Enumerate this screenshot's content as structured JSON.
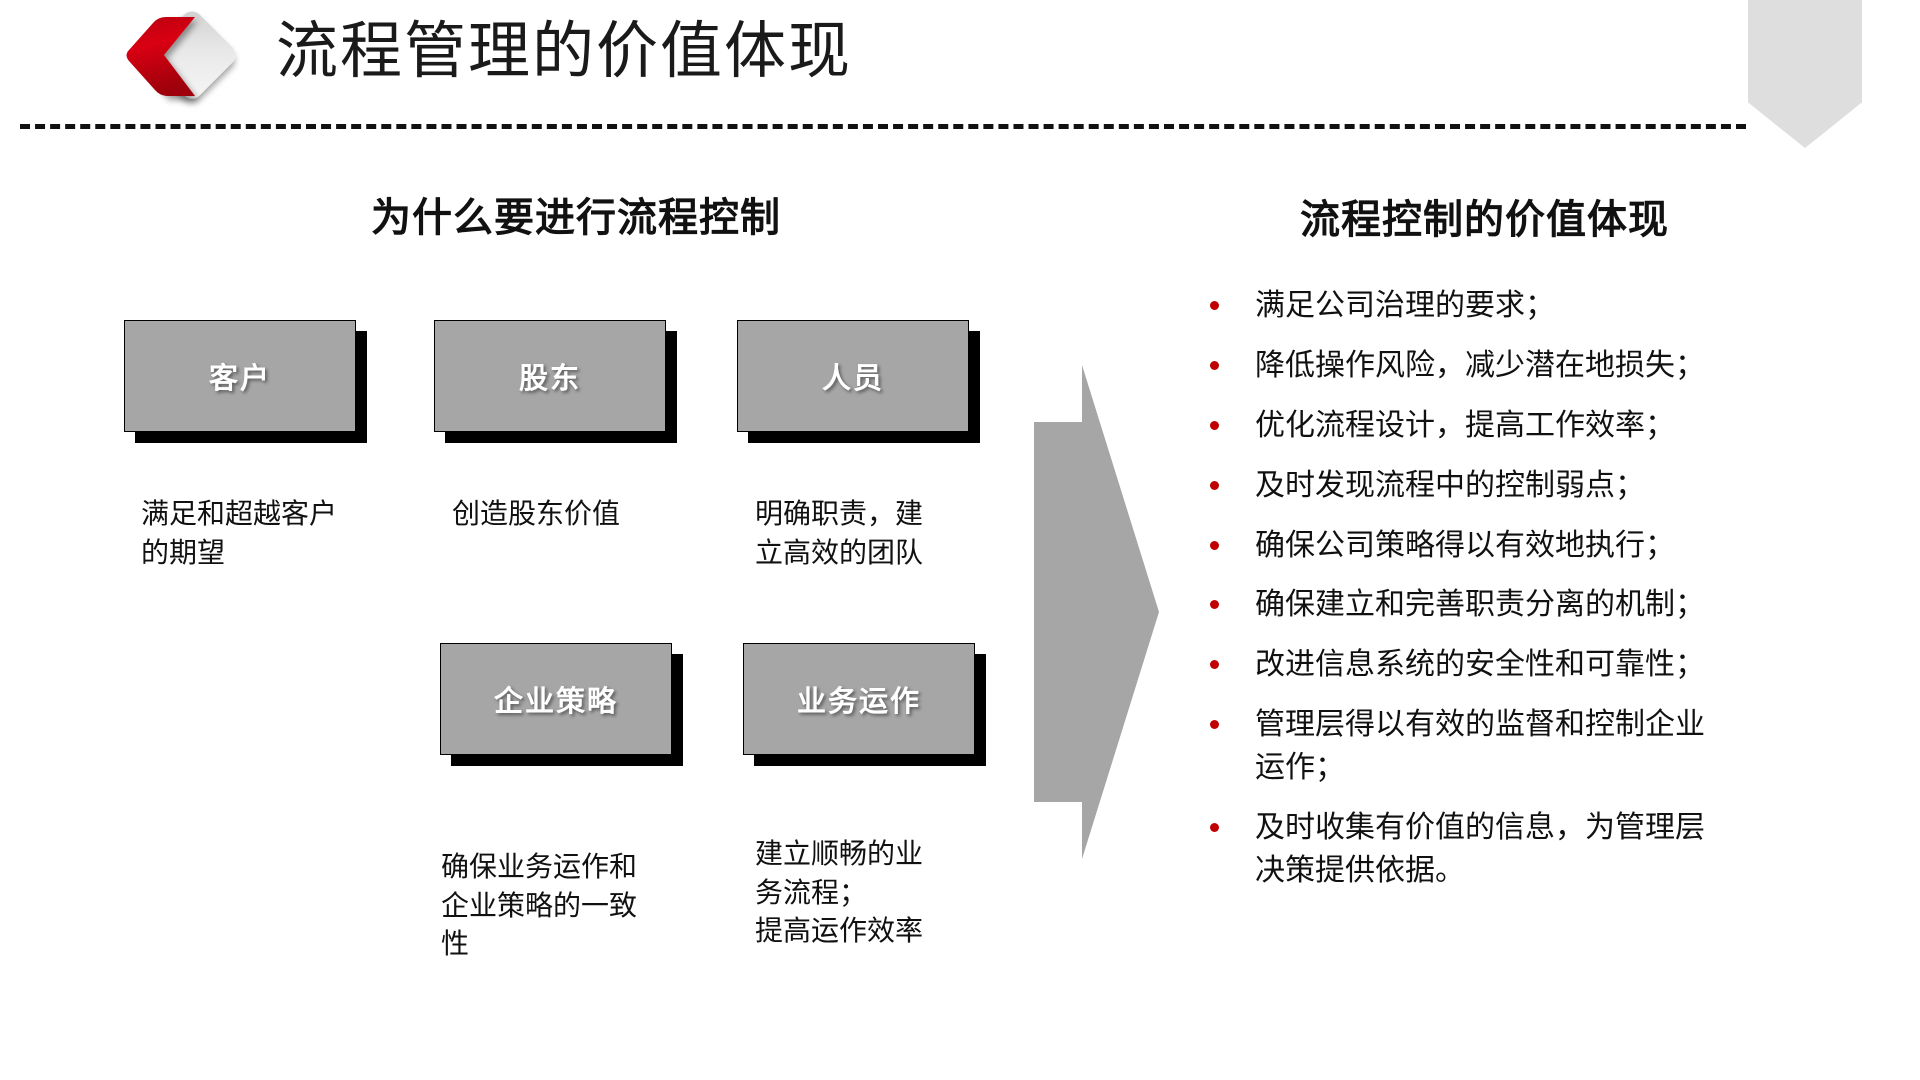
{
  "header": {
    "title": "流程管理的价值体现",
    "logo_icon": "red-chevron-diamond-logo",
    "corner_banner_icon": "gray-pentagon-banner",
    "divider_icon": "dashed-divider"
  },
  "sections": {
    "left_heading": "为什么要进行流程控制",
    "right_heading": "流程控制的价值体现"
  },
  "boxes": [
    {
      "label": "客户",
      "caption": "满足和超越客户\n的期望"
    },
    {
      "label": "股东",
      "caption": "创造股东价值"
    },
    {
      "label": "人员",
      "caption": "明确职责，建\n立高效的团队"
    },
    {
      "label": "企业策略",
      "caption": "确保业务运作和\n企业策略的一致\n性"
    },
    {
      "label": "业务运作",
      "caption": "建立顺畅的业\n务流程；\n提高运作效率"
    }
  ],
  "arrow": {
    "icon": "right-arrow",
    "color": "#a6a6a6"
  },
  "bullets": [
    "满足公司治理的要求；",
    "降低操作风险，减少潜在地损失；",
    "优化流程设计，提高工作效率；",
    "及时发现流程中的控制弱点；",
    "确保公司策略得以有效地执行；",
    "确保建立和完善职责分离的机制；",
    "改进信息系统的安全性和可靠性；",
    "管理层得以有效的监督和控制企业\n运作；",
    "及时收集有价值的信息，为管理层\n决策提供依据。"
  ],
  "colors": {
    "accent_red": "#c00000",
    "box_gray": "#a6a6a6",
    "banner_gray": "#dedede",
    "text_dark": "#111111"
  }
}
